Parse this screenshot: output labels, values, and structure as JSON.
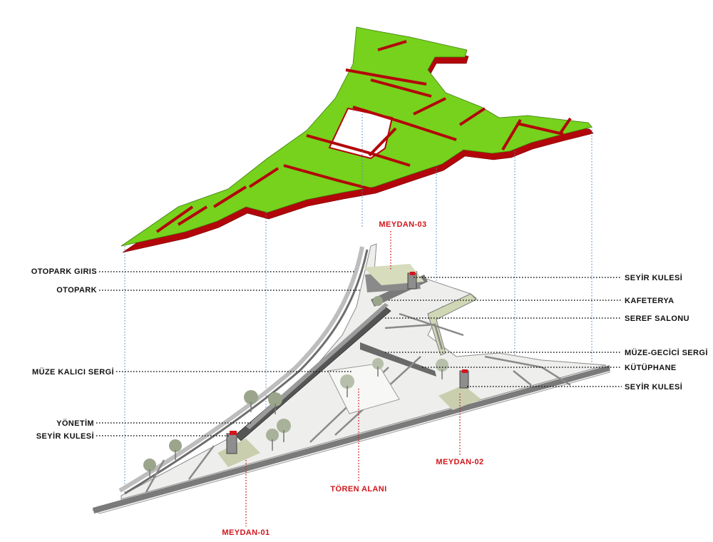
{
  "labels_left": [
    {
      "id": "otopark-giris",
      "text": "OTOPARK GIRIS"
    },
    {
      "id": "otopark",
      "text": "OTOPARK"
    },
    {
      "id": "muze-kalici-sergi",
      "text": "MÜZE KALICI SERGİ"
    },
    {
      "id": "yonetim",
      "text": "YÖNETİM"
    },
    {
      "id": "seyir-kulesi-left",
      "text": "SEYİR KULESİ"
    }
  ],
  "labels_right": [
    {
      "id": "seyir-kulesi-top",
      "text": "SEYİR KULESİ"
    },
    {
      "id": "kafeterya",
      "text": "KAFETERYA"
    },
    {
      "id": "seref-salonu",
      "text": "SEREF SALONU"
    },
    {
      "id": "muze-gecici-sergi",
      "text": "MÜZE-GECİCİ SERGİ"
    },
    {
      "id": "kutuphane",
      "text": "KÜTÜPHANE"
    },
    {
      "id": "seyir-kulesi-right",
      "text": "SEYİR KULESİ"
    }
  ],
  "labels_red": [
    {
      "id": "meydan-03",
      "text": "MEYDAN-03"
    },
    {
      "id": "meydan-02",
      "text": "MEYDAN-02"
    },
    {
      "id": "meydan-01",
      "text": "MEYDAN-01"
    },
    {
      "id": "toren-alani",
      "text": "TÖREN ALANI"
    }
  ],
  "colors": {
    "slab_top": "#76d21c",
    "slab_side": "#b3060a",
    "label_red": "#d0161b",
    "projection_line": "#4f86b8",
    "site_grey": "#8a8a8a"
  }
}
